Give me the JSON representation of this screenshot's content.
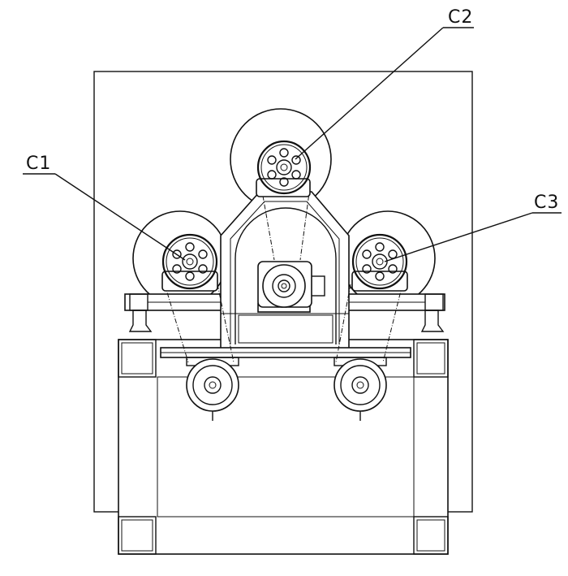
{
  "labels": {
    "c1": "C1",
    "c2": "C2",
    "c3": "C3"
  },
  "colors": {
    "line": "#111111",
    "background": "#ffffff"
  }
}
